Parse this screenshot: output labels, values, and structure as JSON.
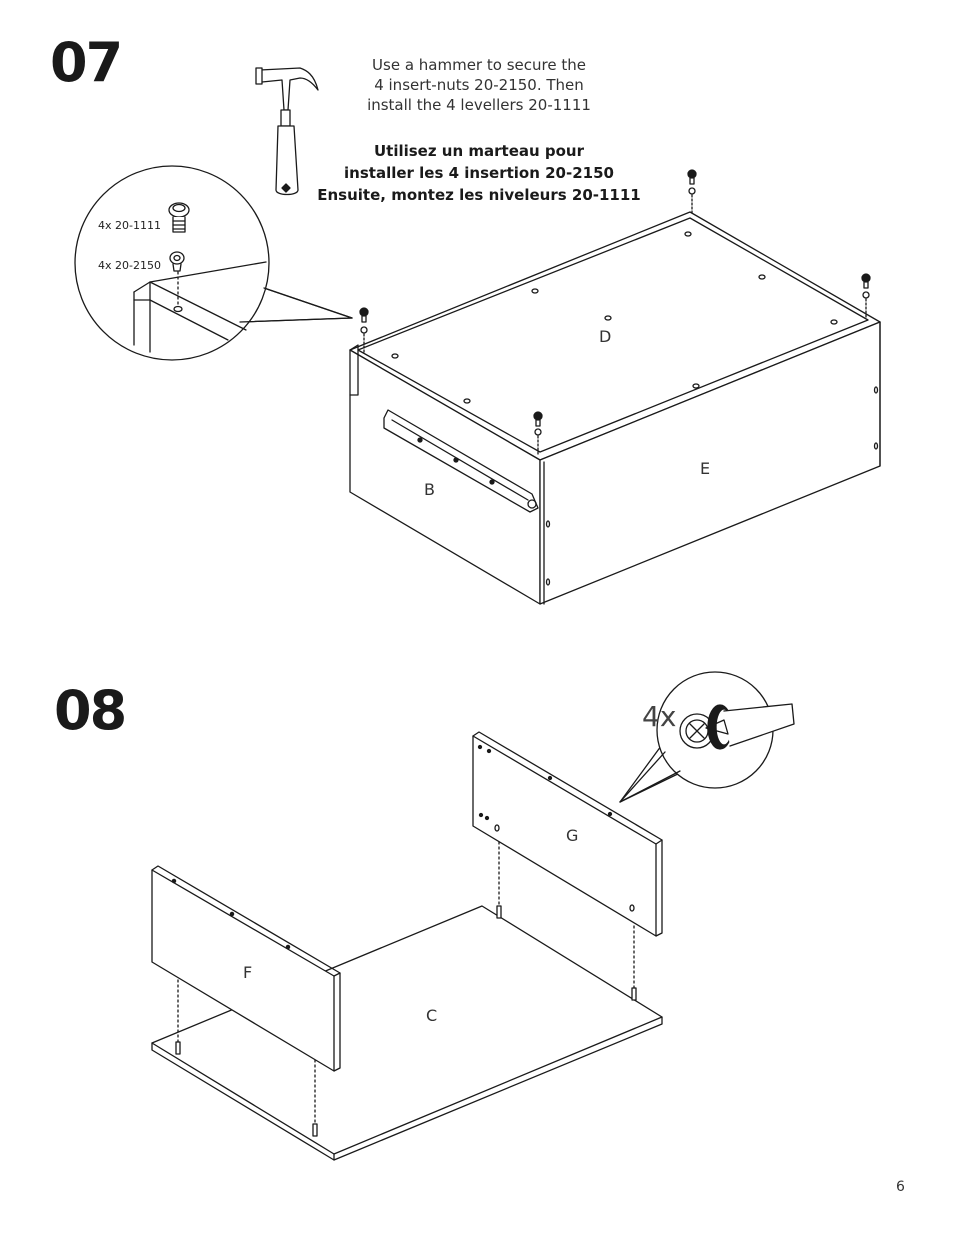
{
  "step07": {
    "number": "07",
    "instruction_en": [
      "Use a hammer to secure the",
      "4 insert-nuts 20-2150.  Then",
      "install the 4 levellers 20-1111"
    ],
    "instruction_fr": [
      "Utilisez un marteau pour",
      "installer les 4 insertion 20-2150",
      "Ensuite, montez les niveleurs 20-1111"
    ],
    "callout_parts": [
      "4x  20-1111",
      "4x  20-2150"
    ],
    "panel_labels": {
      "top": "D",
      "side": "E",
      "front": "B"
    }
  },
  "step08": {
    "number": "08",
    "callout_qty": "4x",
    "panel_labels": {
      "back": "G",
      "front": "F",
      "base": "C"
    }
  },
  "page_number": "6"
}
